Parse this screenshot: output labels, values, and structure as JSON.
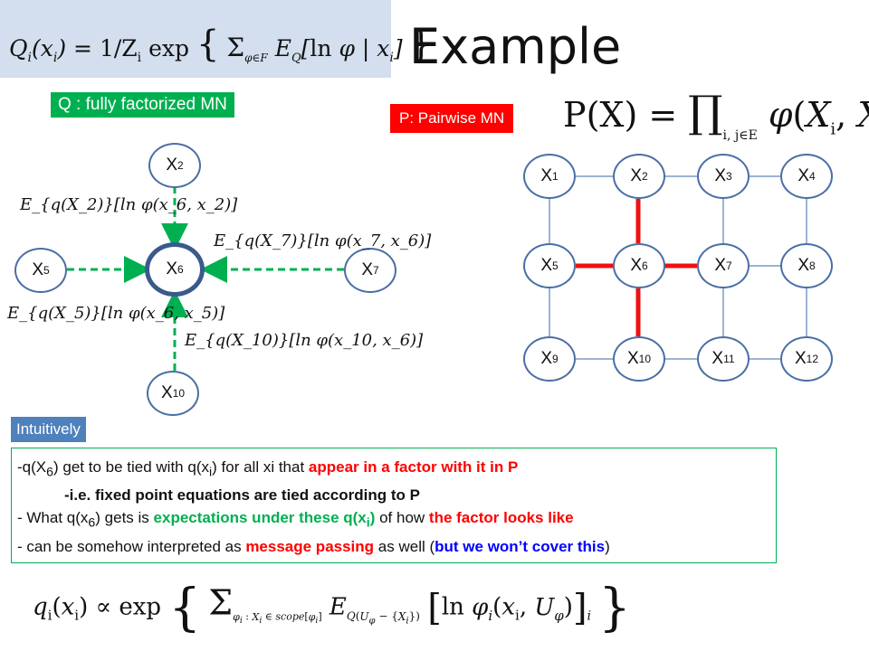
{
  "top_formula": "Q_i(x_i) = (1/Z_i) exp{ Σ_{φ∈F} E_Q[ln φ | x_i] }",
  "title": "Example",
  "q_label": "Q : fully factorized MN",
  "p_label": "P: Pairwise MN",
  "p_formula": "P(X) = ∏_{i, j∈E} φ(X_i, X_j)",
  "left_graph": {
    "nodes": {
      "x2": "X",
      "x5": "X",
      "x6": "X",
      "x7": "X",
      "x10": "X"
    },
    "subs": {
      "x2": "2",
      "x5": "5",
      "x6": "6",
      "x7": "7",
      "x10": "10"
    },
    "exp_x2": "E_{q(X_2)}[ln φ(x_6, x_2)]",
    "exp_x7": "E_{q(X_7)}[ln φ(x_7, x_6)]",
    "exp_x5": "E_{q(X_5)}[ln φ(x_6, x_5)]",
    "exp_x10": "E_{q(X_10)}[ln φ(x_10, x_6)]"
  },
  "grid_nodes": [
    {
      "label": "X",
      "sub": "1"
    },
    {
      "label": "X",
      "sub": "2"
    },
    {
      "label": "X",
      "sub": "3"
    },
    {
      "label": "X",
      "sub": "4"
    },
    {
      "label": "X",
      "sub": "5"
    },
    {
      "label": "X",
      "sub": "6"
    },
    {
      "label": "X",
      "sub": "7"
    },
    {
      "label": "X",
      "sub": "8"
    },
    {
      "label": "X",
      "sub": "9"
    },
    {
      "label": "X",
      "sub": "10"
    },
    {
      "label": "X",
      "sub": "11"
    },
    {
      "label": "X",
      "sub": "12"
    }
  ],
  "intuitively_label": "Intuitively",
  "bullets": {
    "l1_a": "-q(X",
    "l1_sub1": "6",
    "l1_b": ") get to be tied with q(x",
    "l1_sub2": "i",
    "l1_c": ") for all xi that ",
    "l1_red": "appear in a factor with it in P",
    "l2": "-i.e. fixed point equations are tied according to P",
    "l3_a": "- What q(x",
    "l3_sub": "6",
    "l3_b": ") gets is ",
    "l3_green": "expectations under these q(x",
    "l3_green_sub": "i",
    "l3_green_c": ")",
    "l3_c": " of how ",
    "l3_red": "the factor looks like",
    "l4_a": "- can be somehow interpreted as ",
    "l4_red": "message passing",
    "l4_b": " as well (",
    "l4_blue": "but we won’t cover this",
    "l4_c": ")"
  },
  "bottom_formula": "q_i(x_i) ∝ exp{ Σ_{φ_i : X_i ∈ scope[φ_i]} E_{Q(U_φ − {X_i})}[ln φ_i(x_i, U_φ)]_i }",
  "colors": {
    "green": "#00b050",
    "red": "#ff0000",
    "node_border": "#4a6fa5",
    "formula_bg": "#d3dfee",
    "label_blue": "#4f81bd"
  }
}
